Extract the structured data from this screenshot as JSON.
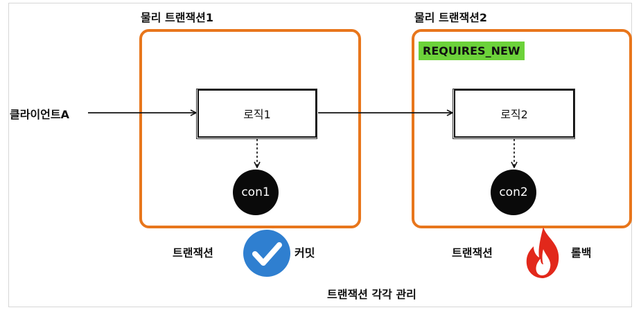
{
  "diagram": {
    "client_label": "클라이언트A",
    "physical_tx_1": {
      "title": "물리 트랜잭션1",
      "logic_label": "로직1",
      "connection_label": "con1",
      "tx_label": "트랜잭션",
      "result_label": "커밋",
      "result_icon": "check-circle-icon"
    },
    "physical_tx_2": {
      "title": "물리 트랜잭션2",
      "propagation_badge": "REQUIRES_NEW",
      "logic_label": "로직2",
      "connection_label": "con2",
      "tx_label": "트랜잭션",
      "result_label": "롤백",
      "result_icon": "fire-icon"
    },
    "caption": "트랜잭션 각각 관리",
    "colors": {
      "tx_border": "#e8761c",
      "badge_bg": "#6cd23a",
      "check_blue": "#2f7fd0",
      "fire_red": "#e2281b"
    }
  }
}
